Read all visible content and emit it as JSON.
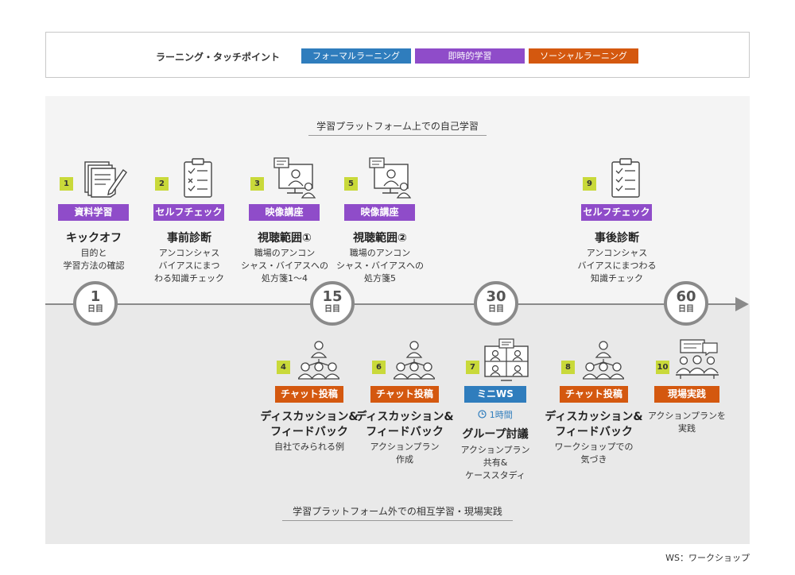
{
  "legend": {
    "title": "ラーニング・タッチポイント",
    "formal": "フォーマルラーニング",
    "instant": "即時的学習",
    "social": "ソーシャルラーニング"
  },
  "sections": {
    "top": "学習プラットフォーム上での自己学習",
    "bottom": "学習プラットフォーム外での相互学習・現場実践"
  },
  "days": [
    {
      "n": "1",
      "u": "日目"
    },
    {
      "n": "15",
      "u": "日目"
    },
    {
      "n": "30",
      "u": "日目"
    },
    {
      "n": "60",
      "u": "日目"
    }
  ],
  "steps": [
    {
      "num": "1",
      "tag": "資料学習",
      "title": "キックオフ",
      "desc": [
        "目的と",
        "学習方法の確認"
      ],
      "icon": "documents-pen-icon"
    },
    {
      "num": "2",
      "tag": "セルフチェック",
      "title": "事前診断",
      "desc": [
        "アンコンシャス",
        "バイアスにまつ",
        "わる知識チェック"
      ],
      "icon": "checklist-clipboard-icon"
    },
    {
      "num": "3",
      "tag": "映像講座",
      "title": "視聴範囲①",
      "desc": [
        "職場のアンコン",
        "シャス・バイアスへの",
        "処方箋1～4"
      ],
      "icon": "video-lecture-icon"
    },
    {
      "num": "5",
      "tag": "映像講座",
      "title": "視聴範囲②",
      "desc": [
        "職場のアンコン",
        "シャス・バイアスへの",
        "処方箋5"
      ],
      "icon": "video-lecture-icon"
    },
    {
      "num": "9",
      "tag": "セルフチェック",
      "title": "事後診断",
      "desc": [
        "アンコンシャス",
        "バイアスにまつわる",
        "知識チェック"
      ],
      "icon": "checklist-clipboard-icon"
    },
    {
      "num": "4",
      "tag": "チャット投稿",
      "title": [
        "ディスカッション&",
        "フィードバック"
      ],
      "desc": [
        "自社でみられる例"
      ],
      "icon": "people-network-icon"
    },
    {
      "num": "6",
      "tag": "チャット投稿",
      "title": [
        "ディスカッション&",
        "フィードバック"
      ],
      "desc": [
        "アクションプラン",
        "作成"
      ],
      "icon": "people-network-icon"
    },
    {
      "num": "7",
      "tag": "ミニWS",
      "clock": "1時間",
      "title": "グループ討議",
      "desc": [
        "アクションプラン",
        "共有&",
        "ケーススタディ"
      ],
      "icon": "video-meeting-icon"
    },
    {
      "num": "8",
      "tag": "チャット投稿",
      "title": [
        "ディスカッション&",
        "フィードバック"
      ],
      "desc": [
        "ワークショップでの",
        "気づき"
      ],
      "icon": "people-network-icon"
    },
    {
      "num": "10",
      "tag": "現場実践",
      "desc": [
        "アクションプランを",
        "実践"
      ],
      "icon": "team-meeting-icon"
    }
  ],
  "footnote": "WS：ワークショップ",
  "colors": {
    "formal": "#2f7dbd",
    "instant": "#8f4cc9",
    "social": "#d4580f",
    "number": "#c9d93a"
  }
}
